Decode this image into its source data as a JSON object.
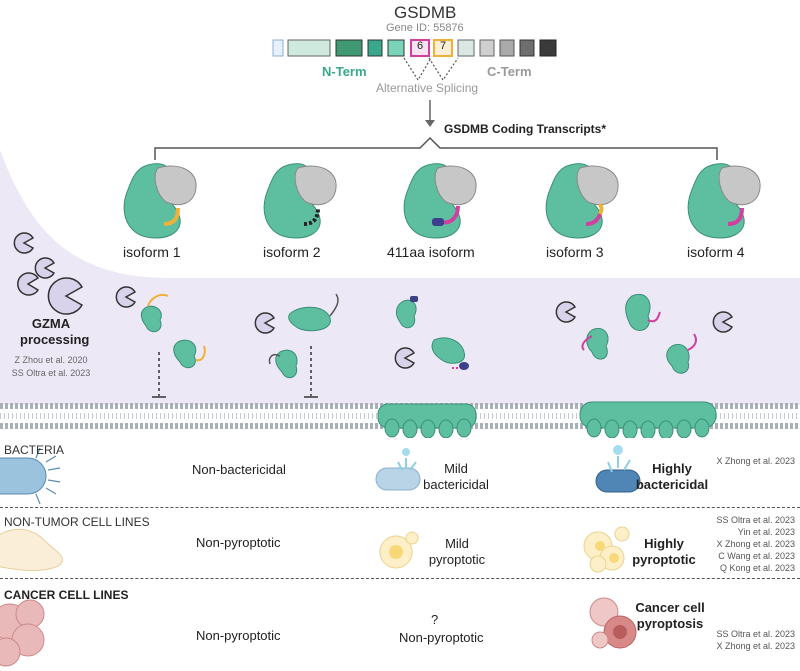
{
  "header": {
    "gene": "GSDMB",
    "gene_id": "Gene ID: 55876",
    "n_term": "N-Term",
    "c_term": "C-Term",
    "alt_splicing": "Alternative Splicing",
    "exon_6": "6",
    "exon_7": "7",
    "coding_transcripts": "GSDMB Coding Transcripts*"
  },
  "isoforms": [
    {
      "label": "isoform 1",
      "linker": "yellow"
    },
    {
      "label": "isoform 2",
      "linker": "black"
    },
    {
      "label": "411aa isoform",
      "linker": "blue-magenta"
    },
    {
      "label": "isoform 3",
      "linker": "magenta-yellow"
    },
    {
      "label": "isoform 4",
      "linker": "magenta"
    }
  ],
  "gzma": {
    "label": "GZMA processing",
    "refs": [
      "Z Zhou et al. 2020",
      "SS Oltra et al. 2023"
    ]
  },
  "rows": {
    "bacteria": {
      "heading": "BACTERIA",
      "col1": "Non-bactericidal",
      "col2": "Mild bactericidal",
      "col3": "Highly bactericidal",
      "refs": [
        "X Zhong et al. 2023"
      ]
    },
    "non_tumor": {
      "heading": "NON-TUMOR CELL LINES",
      "col1": "Non-pyroptotic",
      "col2": "Mild pyroptotic",
      "col3": "Highly pyroptotic",
      "refs": [
        "SS Oltra et al. 2023",
        "Yin et al. 2023",
        "X Zhong et al. 2023",
        "C Wang et al. 2023",
        "Q Kong et al. 2023"
      ]
    },
    "cancer": {
      "heading": "CANCER CELL LINES",
      "col1": "Non-pyroptotic",
      "col2_q": "?",
      "col2": "Non-pyroptotic",
      "col3": "Cancer cell pyroptosis",
      "refs": [
        "SS Oltra et al. 2023",
        "X Zhong et al. 2023"
      ]
    }
  },
  "colors": {
    "teal": "#5dbf9f",
    "teal_dark": "#3a8f77",
    "grey_protein": "#c7c7c7",
    "lavender_bg": "#ece8f6",
    "magenta": "#d13fa0",
    "yellow": "#f0b13a",
    "blue": "#3b3f8c"
  }
}
